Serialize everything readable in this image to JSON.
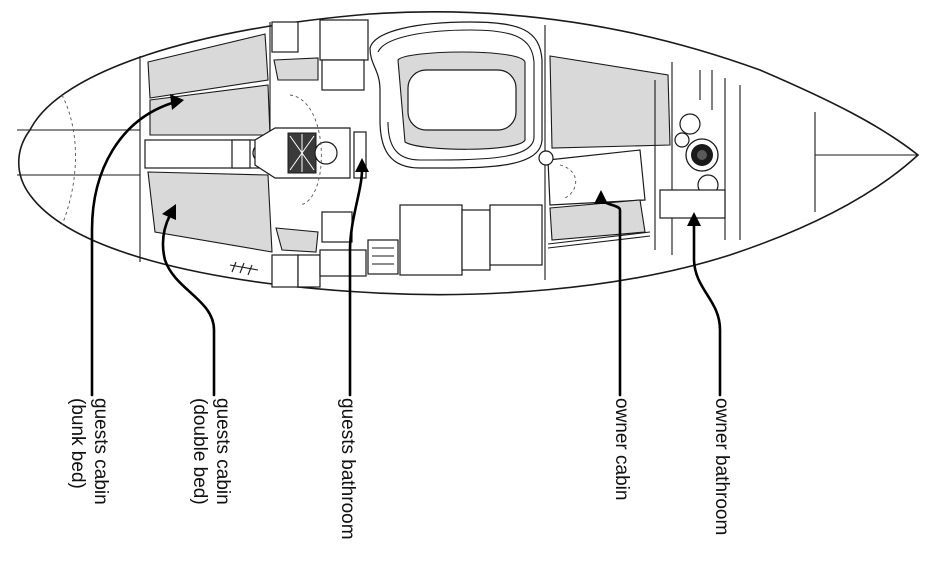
{
  "diagram": {
    "labels": [
      {
        "id": "guests-cabin-bunk",
        "lines": [
          "guests cabin",
          "(bunk bed)"
        ]
      },
      {
        "id": "guests-cabin-double",
        "lines": [
          "guests cabin",
          "(double bed)"
        ]
      },
      {
        "id": "guests-bathroom",
        "lines": [
          "guests bathroom"
        ]
      },
      {
        "id": "owner-cabin",
        "lines": [
          "owner cabin"
        ]
      },
      {
        "id": "owner-bathroom",
        "lines": [
          "owner bathroom"
        ]
      }
    ]
  }
}
